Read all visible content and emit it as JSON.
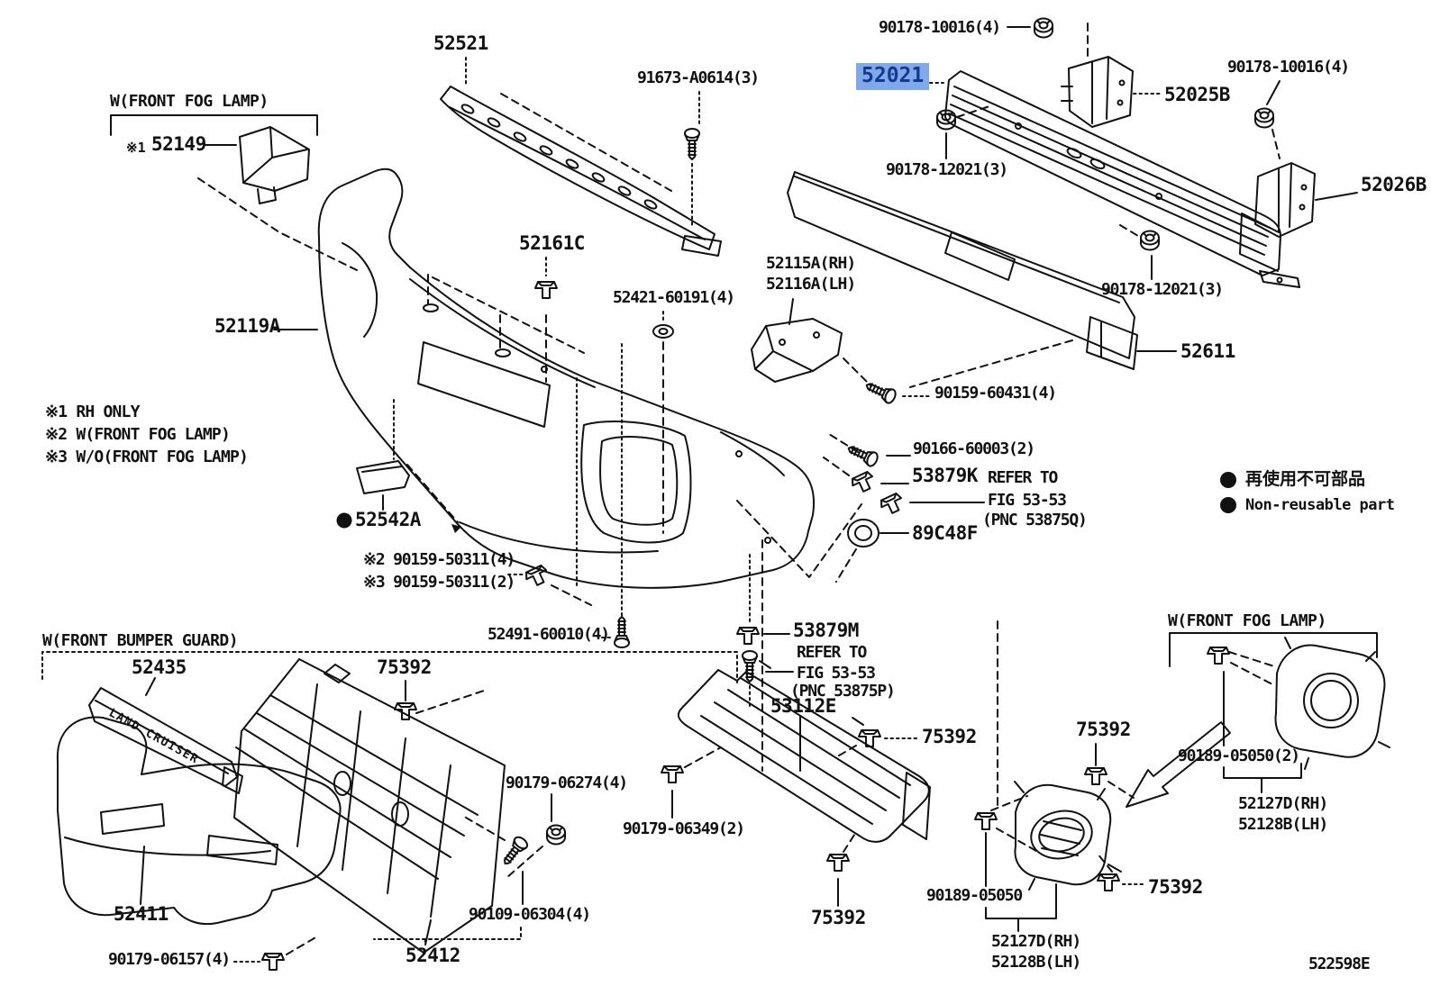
{
  "drawing": {
    "code": "522598E",
    "part_text": "LAND CRUISER",
    "highlight_bg": "#7FA9E8",
    "highlight_fg": "#16398F",
    "line_color": "#111111",
    "background": "#FFFFFF"
  },
  "legend": {
    "dot": "●",
    "jp": "再使用不可部品",
    "en": "Non-reusable part"
  },
  "notes": {
    "n1": "※1 RH ONLY",
    "n2": "※2 W(FRONT FOG LAMP)",
    "n3": "※3 W/O(FRONT FOG LAMP)"
  },
  "labels": {
    "w_front_fog_lamp": "W(FRONT FOG LAMP)",
    "w_front_bumper_guard": "W(FRONT BUMPER GUARD)",
    "ref1": "※1",
    "p52149": "52149",
    "p52521": "52521",
    "p91673_A0614": "91673-A0614(3)",
    "p90178_10016": "90178-10016(4)",
    "p52021": "52021",
    "p52025B": "52025B",
    "p52026B": "52026B",
    "p90178_12021": "90178-12021(3)",
    "p52611": "52611",
    "p52161C": "52161C",
    "p52421_60191": "52421-60191(4)",
    "p52119A": "52119A",
    "p52115A": "52115A(RH)",
    "p52116A": "52116A(LH)",
    "p52542A": "52542A",
    "p90159_50311_4": "※2 90159-50311(4)",
    "p90159_50311_2": "※3 90159-50311(2)",
    "p52491_60010": "52491-60010(4)",
    "p53879M": "53879M",
    "p53879K": "53879K",
    "refer_to": "REFER TO",
    "fig_53_53": "FIG 53-53",
    "pnc_53875P": "(PNC 53875P)",
    "pnc_53875Q": "(PNC 53875Q)",
    "p53112E": "53112E",
    "p90166_60003": "90166-60003(2)",
    "p89C48F": "89C48F",
    "p90159_60431": "90159-60431(4)",
    "p52435": "52435",
    "p75392": "75392",
    "p52411": "52411",
    "p90179_06157": "90179-06157(4)",
    "p52412": "52412",
    "p90109_06304": "90109-06304(4)",
    "p90179_06274": "90179-06274(4)",
    "p90179_06349": "90179-06349(2)",
    "p90189_05050": "90189-05050",
    "p90189_05050_2": "90189-05050(2)",
    "p52127D": "52127D(RH)",
    "p52128B": "52128B(LH)"
  }
}
